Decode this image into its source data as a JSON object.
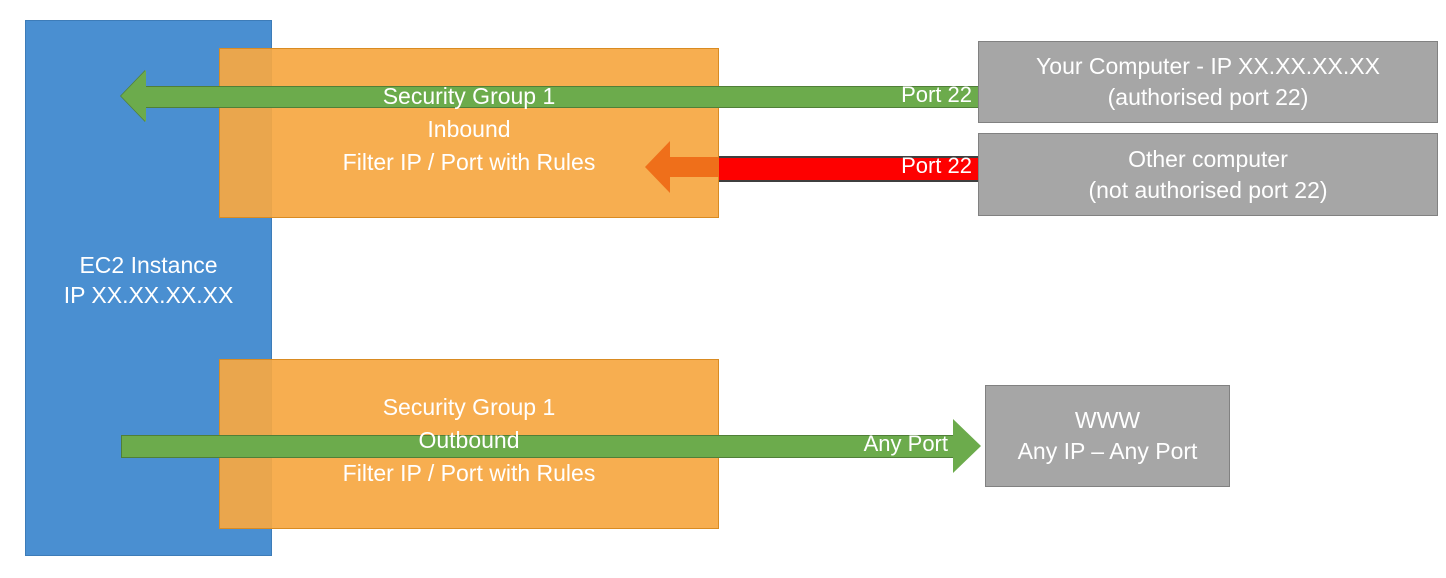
{
  "diagram": {
    "title": "AWS EC2 Security Group inbound and outbound traffic filtering",
    "colors": {
      "instance_blue": "#4a8fd1",
      "security_group_orange": "#f6a843",
      "allowed_green": "#6cab4c",
      "blocked_red": "#fe0000",
      "blocked_orange": "#ef6f1a",
      "endpoint_grey": "#a6a6a6",
      "label_white": "#ffffff"
    },
    "instance": {
      "line1": "EC2 Instance",
      "line2": "IP XX.XX.XX.XX"
    },
    "security_groups": [
      {
        "id": "inbound",
        "line1": "Security Group 1",
        "line2": "Inbound",
        "line3": "Filter IP / Port with Rules"
      },
      {
        "id": "outbound",
        "line1": "Security Group 1",
        "line2": "Outbound",
        "line3": "Filter IP / Port with Rules"
      }
    ],
    "connections": [
      {
        "id": "inbound-allowed",
        "port_label": "Port 22",
        "state": "allowed",
        "color": "#6cab4c",
        "direction": "inbound"
      },
      {
        "id": "inbound-blocked",
        "port_label": "Port 22",
        "state": "blocked",
        "color": "#fe0000",
        "direction": "inbound"
      },
      {
        "id": "outbound-allowed",
        "port_label": "Any Port",
        "state": "allowed",
        "color": "#6cab4c",
        "direction": "outbound"
      }
    ],
    "endpoints": [
      {
        "id": "your-computer",
        "line1": "Your Computer - IP XX.XX.XX.XX",
        "line2": "(authorised port 22)"
      },
      {
        "id": "other-computer",
        "line1": "Other computer",
        "line2": "(not authorised port 22)"
      },
      {
        "id": "www",
        "line1": "WWW",
        "line2": "Any IP – Any Port"
      }
    ]
  }
}
